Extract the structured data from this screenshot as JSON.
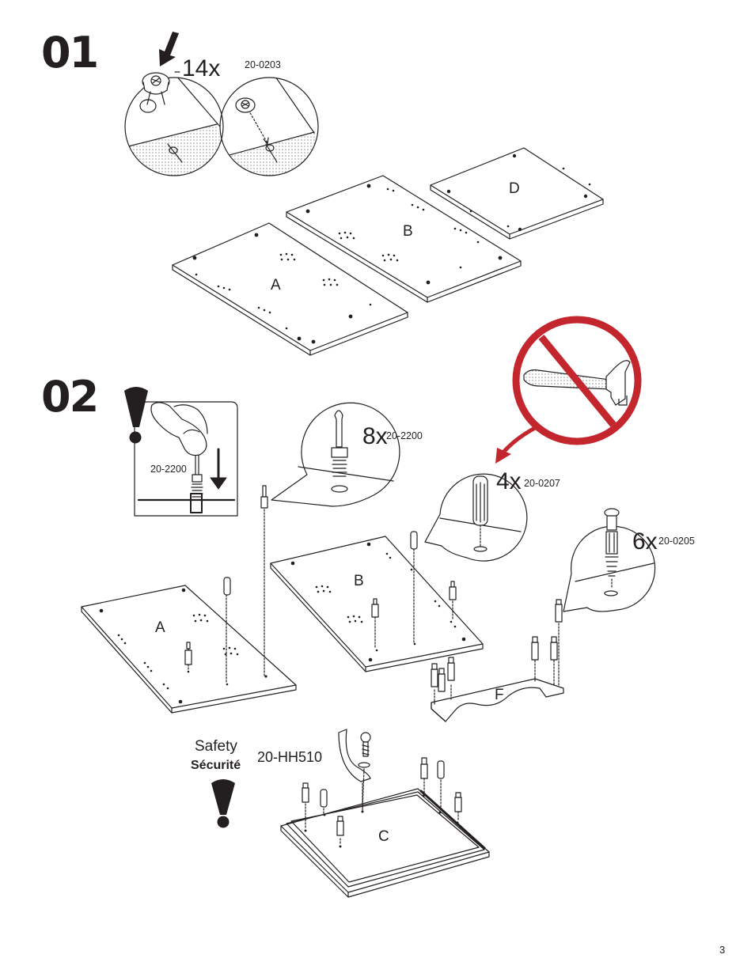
{
  "page": {
    "number": "3"
  },
  "step1": {
    "number": "01",
    "quantity": "14x",
    "part_code": "20-0203",
    "panels": {
      "a": "A",
      "b": "B",
      "d": "D"
    }
  },
  "step2": {
    "number": "02",
    "inset_code": "20-2200",
    "callout_bolt": {
      "quantity": "8x",
      "code": "20-2200"
    },
    "callout_dowel": {
      "quantity": "4x",
      "code": "20-0207"
    },
    "callout_cam": {
      "quantity": "6x",
      "code": "20-0205"
    },
    "panels": {
      "a": "A",
      "b": "B",
      "c": "C",
      "f": "F"
    },
    "safety": {
      "label_en": "Safety",
      "label_fr": "Sécurité",
      "code": "20-HH510"
    }
  },
  "colors": {
    "ink": "#231f20",
    "no_hammer_red": "#c4262e"
  },
  "icons": [
    "arrow-down-icon",
    "warning-exclamation-icon",
    "no-hammer-icon",
    "hand-icon",
    "screwdriver-icon"
  ]
}
